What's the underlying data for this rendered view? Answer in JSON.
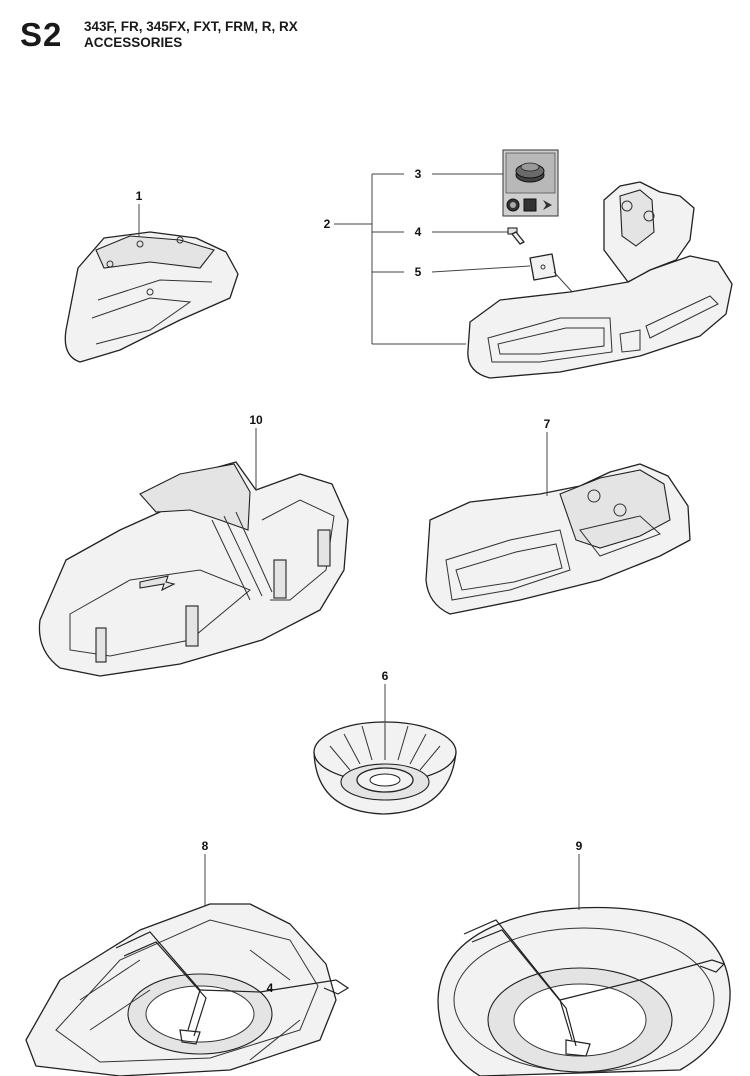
{
  "header": {
    "code": "S2",
    "models": "343F, FR, 345FX, FXT, FRM, R, RX",
    "section": "ACCESSORIES"
  },
  "callouts": {
    "c1": "1",
    "c2": "2",
    "c3": "3",
    "c4": "4",
    "c5": "5",
    "c6": "6",
    "c7": "7",
    "c8": "8",
    "c9": "9",
    "c10": "10",
    "c4b": "4"
  }
}
